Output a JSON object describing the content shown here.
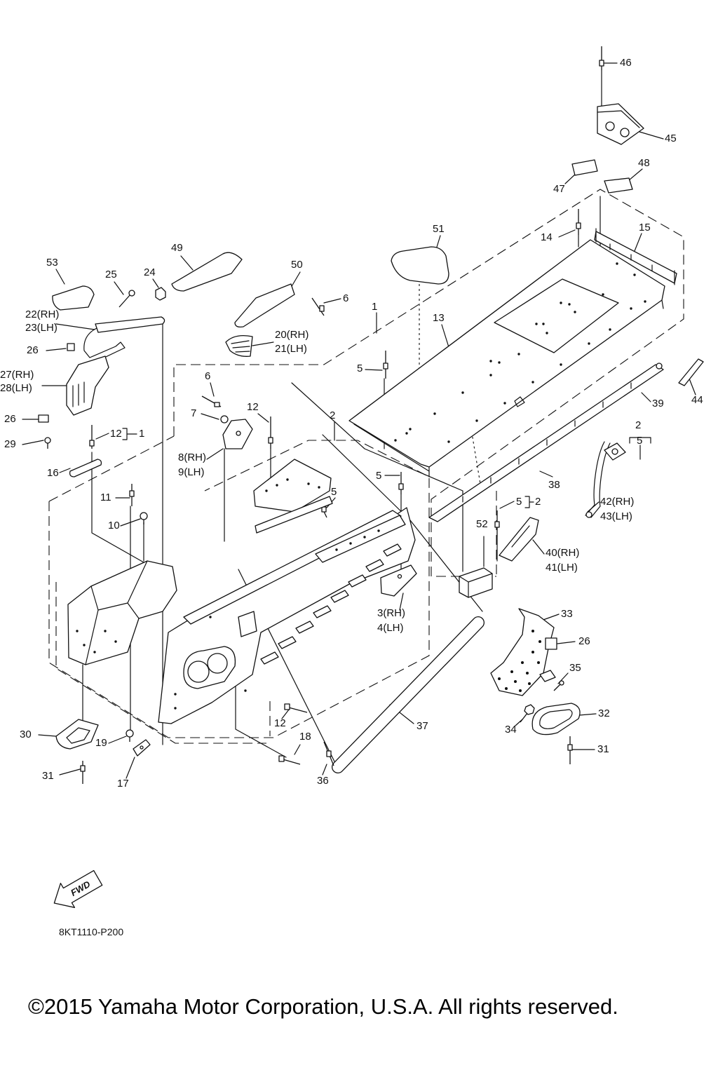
{
  "diagram": {
    "callouts": [
      "46",
      "45",
      "48",
      "47",
      "14",
      "15",
      "51",
      "49",
      "53",
      "50",
      "25",
      "24",
      "6",
      "1",
      "13",
      "22(RH)",
      "23(LH)",
      "20(RH)",
      "21(LH)",
      "26",
      "5",
      "6",
      "27(RH)",
      "28(LH)",
      "44",
      "39",
      "12",
      "7",
      "2",
      "2",
      "5",
      "26",
      "12",
      "1",
      "29",
      "8(RH)",
      "9(LH)",
      "16",
      "5",
      "38",
      "11",
      "5",
      "5",
      "2",
      "42(RH)",
      "43(LH)",
      "10",
      "52",
      "40(RH)",
      "41(LH)",
      "3(RH)",
      "4(LH)",
      "33",
      "26",
      "35",
      "32",
      "37",
      "12",
      "18",
      "30",
      "34",
      "19",
      "31",
      "31",
      "36",
      "17"
    ],
    "fwd_label": "FWD",
    "part_code": "8KT1110-P200",
    "copyright": "©2015 Yamaha Motor Corporation, U.S.A. All rights reserved."
  }
}
